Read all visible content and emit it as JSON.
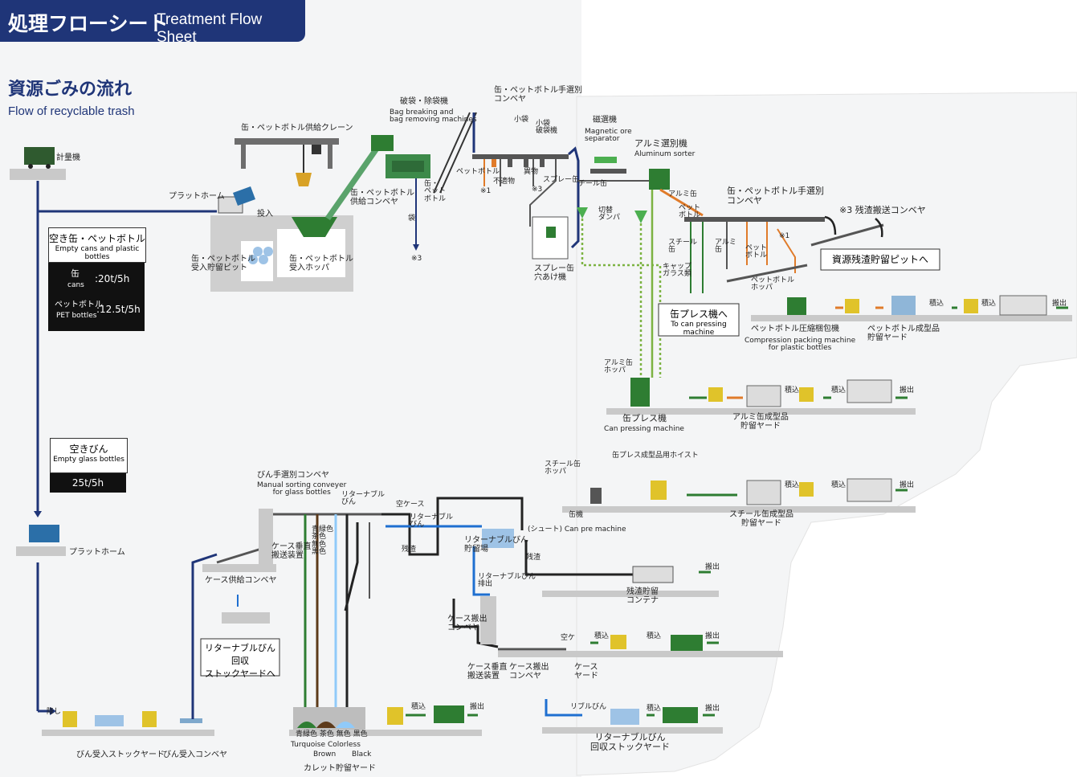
{
  "title": {
    "jp": "処理フローシート",
    "en": "Treatment Flow Sheet"
  },
  "section": {
    "jp": "資源ごみの流れ",
    "en": "Flow of recyclable trash"
  },
  "capacity_cans": {
    "jp": "空き缶・ペットボトル",
    "en": "Empty cans and plastic bottles",
    "cans_jp": "缶",
    "cans_en": "cans",
    "cans_val": ":20t/5h",
    "pet_jp": "ペットボトル",
    "pet_en": "PET bottles",
    "pet_val": ":12.5t/5h"
  },
  "capacity_glass": {
    "jp": "空きびん",
    "en": "Empty glass bottles",
    "val": "25t/5h"
  },
  "labels": {
    "scale": "計量機",
    "platform": "プラットホーム",
    "platform2": "プラットホーム",
    "input": "投入",
    "crane": "缶・ペットボトル供給クレーン",
    "pit": "缶・ペットボトル\n受入貯留ピット",
    "hopper": "缶・ペットボトル\n受入ホッパ",
    "supply_conv": "缶・ペットボトル\n供給コンベヤ",
    "bag_jp": "破袋・除袋機",
    "bag_en": "Bag breaking and\nbag removing machines",
    "bag": "袋",
    "can_pet": "缶・\nペット\nボトル",
    "note3a": "※3",
    "hand_sort1": "缶・ペットボトル手選別\nコンベヤ",
    "small_bag": "小袋",
    "small_bag_break": "小袋\n破袋機",
    "pet_bottle": "ペットボトル",
    "note1a": "※1",
    "impurity": "不適物",
    "foreign": "異物",
    "note3b": "※3",
    "spray_can": "スプレー缶",
    "spray_machine": "スプレー缶\n穴あけ機",
    "mag_jp": "磁選機",
    "mag_en": "Magnetic ore\nseparator",
    "alu_jp": "アルミ選別機",
    "alu_en": "Aluminum sorter",
    "steel_can_left": "チール缶",
    "switch_damper": "切替\nダンパ",
    "alu_can": "アルミ缶",
    "pet_bottle2": "ペット\nボトル",
    "steel_can": "スチール\n缶",
    "alu_can2": "アルミ\n缶",
    "pet_bottle3": "ペット\nボトル",
    "note1b": "※1",
    "cap_glass": "キャップ\nガラス類",
    "hand_sort2": "缶・ペットボトル手選別\nコンベヤ",
    "residue_conv": "※3 残渣搬送コンベヤ",
    "to_residue_pit": "資源残渣貯留ピットへ",
    "to_can_press_jp": "缶プレス機へ",
    "to_can_press_en": "To can pressing machine",
    "pet_hopper": "ペットボトル\nホッパ",
    "pet_baler_jp": "ペットボトル圧縮梱包機",
    "pet_baler_en": "Compression packing machine\nfor plastic bottles",
    "pet_yard": "ペットボトル成型品\n貯留ヤード",
    "load1": "積込",
    "load2": "積込",
    "out1": "搬出",
    "alu_hopper": "アルミ缶\nホッパ",
    "can_press_jp": "缶プレス機",
    "can_press_en": "Can pressing machine",
    "alu_yard": "アルミ缶成型品\n貯留ヤード",
    "load3": "積込",
    "load4": "積込",
    "out2": "搬出",
    "hoist": "缶プレス成型品用ホイスト",
    "steel_hopper": "スチール缶\nホッパ",
    "can_machine_partial": "缶機",
    "chute_partial": "(シュート) Can pre machine",
    "steel_yard": "スチール缶成型品\n貯留ヤード",
    "load5": "積込",
    "load6": "積込",
    "out3": "搬出",
    "glass_conv_jp": "びん手選別コンベヤ",
    "glass_conv_en": "Manual sorting conveyer\nfor glass bottles",
    "returnable": "リターナブル\nびん",
    "empty_case": "空ケース",
    "returnable2": "リターナブル\nびん",
    "residue": "残渣",
    "residue2": "残渣",
    "case_lift": "ケース垂直\n搬送装置",
    "case_supply_conv": "ケース供給コンベヤ",
    "color_cols": "青緑色\n茶色\n無色\n黒色",
    "returnable_store": "リターナブルびん\n貯留場",
    "returnable_out": "リターナブルびん\n排出",
    "case_out_conv": "ケース搬出\nコンベヤ",
    "residue_container": "残渣貯留\nコンテナ",
    "out4": "搬出",
    "to_returnable_yard": "リターナブルびん回収\nストックヤードへ",
    "case_lift2": "ケース垂直\n搬送装置",
    "case_out_conv2": "ケース搬出\nコンベヤ",
    "empty_case2": "空ケ",
    "case_yard": "ケース\nヤード",
    "load7": "積込",
    "load8": "積込",
    "out5": "搬出",
    "returnable3": "リブルびん",
    "returnable_yard": "リターナブルびん\n回収ストックヤード",
    "load9": "積込",
    "out6": "搬出",
    "drop": "降し",
    "glass_stock": "びん受入ストックヤード",
    "glass_recv_conv": "びん受入コンベヤ",
    "cullet_colors_jp": "青緑色  茶色  無色  黒色",
    "turquoise": "Turquoise",
    "colorless": "Colorless",
    "brown": "Brown",
    "black": "Black",
    "cullet_yard": "カレット貯留ヤード",
    "load10": "積込",
    "out7": "搬出"
  },
  "colors": {
    "navy": "#1f3578",
    "green": "#2e7d32",
    "light_green": "#7cb342",
    "orange": "#ef6c00",
    "blue": "#1e6fd0",
    "light_blue": "#90caf9",
    "gray": "#bdbdbd",
    "dark_gray": "#6d6d6d"
  }
}
